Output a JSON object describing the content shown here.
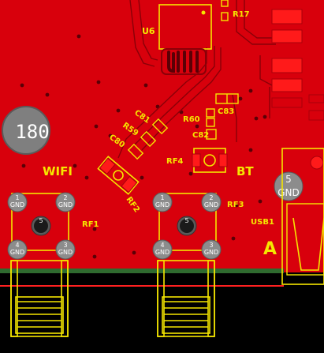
{
  "board": {
    "colors": {
      "copper": "#d8000c",
      "copper_dark": "#a8000a",
      "silkscreen": "#f5e600",
      "pad_gray": "#8c8c8c",
      "outside": "#000000",
      "edge_green": "#2f6b2f"
    },
    "labels": {
      "u6": "U6",
      "r17": "R17",
      "c81": "C81",
      "r59": "R59",
      "c80": "C80",
      "r60": "R60",
      "c83": "C83",
      "c82": "C82",
      "rf4": "RF4",
      "bt": "BT",
      "wifi": "WIFI",
      "rf2": "RF2",
      "rf1": "RF1",
      "rf3": "RF3",
      "usb1": "USB1",
      "a": "A",
      "hole_label": "180"
    },
    "pins": {
      "p1": "1",
      "p2": "2",
      "p3": "3",
      "p4": "4",
      "p5": "5",
      "gnd": "GND"
    }
  }
}
